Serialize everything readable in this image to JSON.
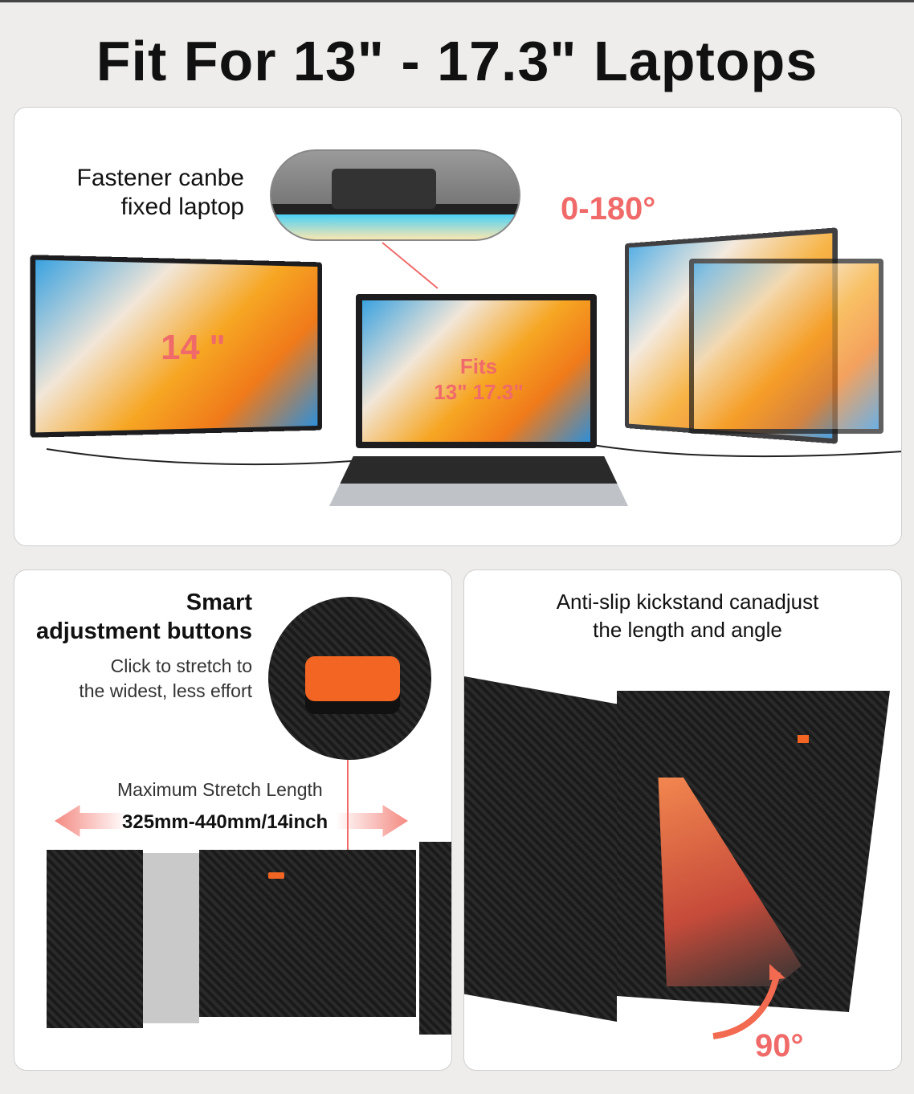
{
  "title": "Fit For 13\" - 17.3\" Laptops",
  "top_panel": {
    "fastener_line1": "Fastener canbe",
    "fastener_line2": "fixed laptop",
    "rotation": "0-180°",
    "left_size": "14 \"",
    "center_fits": "Fits",
    "center_range": "13\" 17.3\""
  },
  "left_panel": {
    "heading_line1": "Smart",
    "heading_line2": "adjustment buttons",
    "desc_line1": "Click to stretch to",
    "desc_line2": "the widest, less effort",
    "stretch_label": "Maximum Stretch Length",
    "stretch_value": "325mm-440mm/14inch"
  },
  "right_panel": {
    "line1": "Anti-slip kickstand canadjust",
    "line2": "the length and angle",
    "angle": "90°"
  },
  "colors": {
    "accent": "#f06a6a",
    "button_orange": "#f26522"
  }
}
